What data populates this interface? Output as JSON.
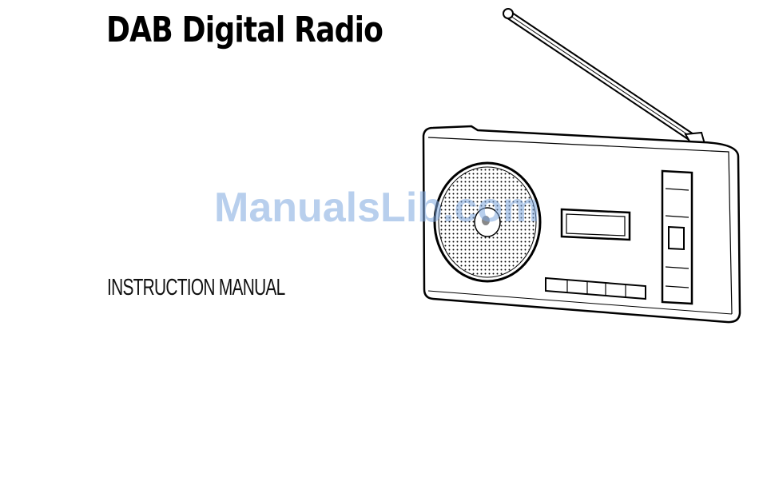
{
  "document": {
    "title": "DAB Digital Radio",
    "subtitle": "INSTRUCTION MANUAL",
    "watermark": "ManualsLib.com"
  },
  "figure": {
    "subject": "radio-illustration",
    "line_color": "#000000",
    "watermark_color": "#7fa8e0"
  }
}
